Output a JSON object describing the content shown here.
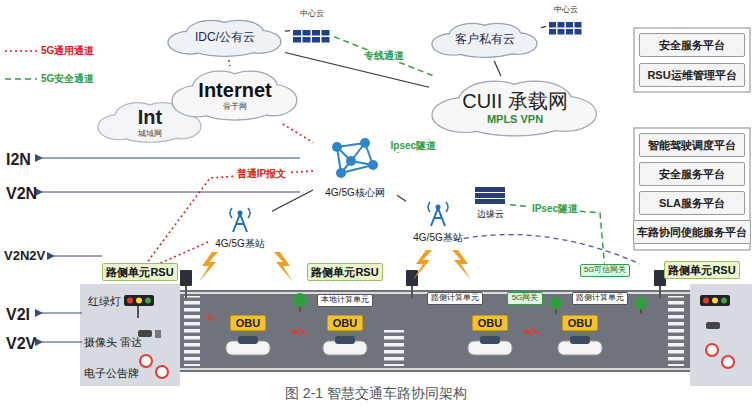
{
  "diagram": {
    "caption": "图 2-1 智慧交通车路协同架构",
    "nodes": [
      {
        "text": [
          "IDC/公有云"
        ]
      },
      {
        "text": [
          "中心云"
        ]
      },
      {
        "text": [
          "客户私有云"
        ]
      },
      {
        "text": [
          "中心云"
        ]
      },
      {
        "text": [
          "Int",
          "城域网"
        ]
      },
      {
        "text": [
          "Internet",
          "骨干网"
        ]
      },
      {
        "text": [
          "CUII 承载网",
          "MPLS VPN"
        ]
      },
      {
        "text": [
          "4G/5G核心网"
        ]
      },
      {
        "text": [
          "4G/5G基站"
        ]
      },
      {
        "text": [
          "4G/5G基站"
        ]
      },
      {
        "text": [
          "边缘云"
        ]
      },
      {
        "text": [
          "路侧单元RSU"
        ]
      },
      {
        "text": [
          "路侧单元RSU"
        ]
      },
      {
        "text": [
          "路侧单元RSU"
        ]
      },
      {
        "text": [
          "OBU"
        ]
      },
      {
        "text": [
          "OBU"
        ]
      },
      {
        "text": [
          "OBU"
        ]
      },
      {
        "text": [
          "OBU"
        ]
      },
      {
        "text": [
          "本地计算单元"
        ]
      },
      {
        "text": [
          "路侧计算单元"
        ]
      },
      {
        "text": [
          "5G网关"
        ]
      },
      {
        "text": [
          "路侧计算单元"
        ]
      },
      {
        "text": [
          "5G可信网关"
        ]
      },
      {
        "text": [
          "安全服务平台"
        ]
      },
      {
        "text": [
          "RSU运维管理平台"
        ]
      },
      {
        "text": [
          "智能驾驶调度平台"
        ]
      },
      {
        "text": [
          "安全服务平台"
        ]
      },
      {
        "text": [
          "SLA服务平台"
        ]
      },
      {
        "text": [
          "车路协同使能服务平台"
        ]
      }
    ],
    "edges": [
      {
        "from": 0,
        "to": 6,
        "arrow": "none"
      },
      {
        "from": 0,
        "to": 5,
        "arrow": "none"
      },
      {
        "from": 1,
        "to": 6,
        "label": "专线通道",
        "arrow": "none"
      },
      {
        "from": 0,
        "to": 1,
        "arrow": "none"
      },
      {
        "from": 2,
        "to": 3,
        "arrow": "none"
      },
      {
        "from": 2,
        "to": 6,
        "arrow": "none"
      },
      {
        "from": 5,
        "to": 7,
        "arrow": "none"
      },
      {
        "from": 6,
        "to": 7,
        "label": "Ipsec隧道",
        "arrow": "none"
      },
      {
        "from": 7,
        "to": 8,
        "arrow": "none"
      },
      {
        "from": 7,
        "to": 9,
        "arrow": "none"
      },
      {
        "from": 7,
        "to": 11,
        "label": "普通IP报文",
        "arrow": "none"
      },
      {
        "from": 9,
        "to": 10,
        "arrow": "none"
      },
      {
        "from": 10,
        "to": 22,
        "label": "IPsec隧道",
        "arrow": "none"
      },
      {
        "from": 8,
        "to": 11,
        "arrow": "none"
      }
    ],
    "labels": [
      "I2N",
      "V2N",
      "V2N2V",
      "V2I",
      "V2V",
      "红绿灯",
      "摄像头 雷达",
      "电子公告牌"
    ],
    "legend": [
      {
        "text": "5G通用通道"
      },
      {
        "text": "5G安全通道"
      }
    ]
  }
}
